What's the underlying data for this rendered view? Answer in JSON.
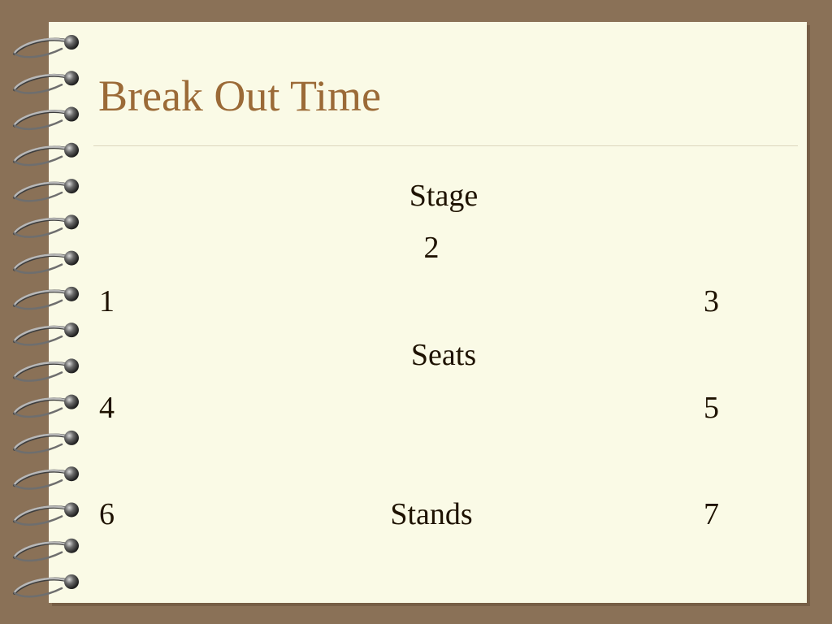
{
  "slide": {
    "title": "Break Out Time",
    "layout_labels": {
      "stage": "Stage",
      "seats": "Seats",
      "stands": "Stands"
    },
    "group_numbers": {
      "g1": "1",
      "g2": "2",
      "g3": "3",
      "g4": "4",
      "g5": "5",
      "g6": "6",
      "g7": "7"
    }
  },
  "colors": {
    "background": "#8a7157",
    "paper": "#fafae6",
    "title": "#9b6a37",
    "body_text": "#1e1200",
    "ring_metal": "#b8b8b8",
    "rivet": "#4a4a4a"
  },
  "decor": {
    "binding": "spiral-binding",
    "ring_count": 16
  }
}
